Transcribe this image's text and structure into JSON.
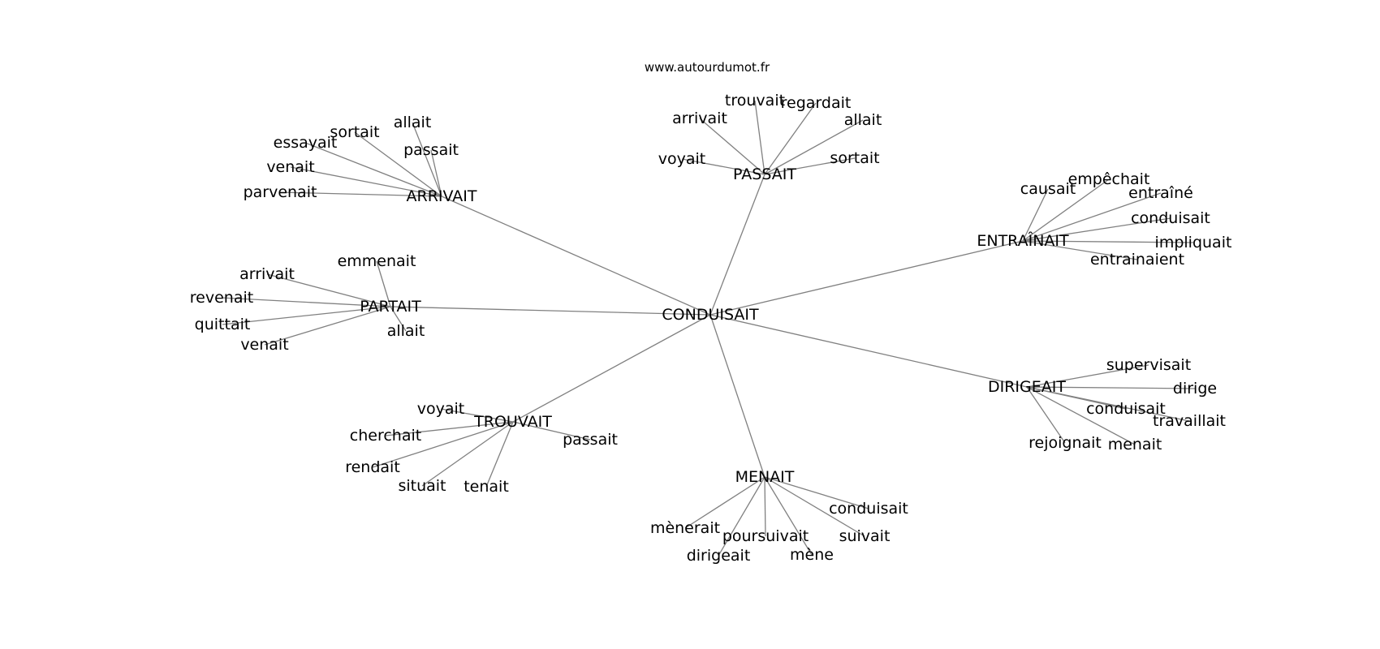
{
  "site": "www.autourdumot.fr",
  "graph": {
    "center": "CONDUISAIT",
    "groups": [
      {
        "hub": "PASSAIT",
        "leaves": [
          "trouvait",
          "regardait",
          "arrivait",
          "allait",
          "voyait",
          "sortait"
        ]
      },
      {
        "hub": "ARRIVAIT",
        "leaves": [
          "allait",
          "sortait",
          "essayait",
          "passait",
          "venait",
          "parvenait"
        ]
      },
      {
        "hub": "ENTRAÎNAIT",
        "leaves": [
          "causait",
          "empêchait",
          "entraîné",
          "conduisait",
          "impliquait",
          "entrainaient"
        ]
      },
      {
        "hub": "PARTAIT",
        "leaves": [
          "emmenait",
          "arrivait",
          "revenait",
          "quittait",
          "allait",
          "venait"
        ]
      },
      {
        "hub": "DIRIGEAIT",
        "leaves": [
          "supervisait",
          "dirige",
          "conduisait",
          "travaillait",
          "rejoignait",
          "menait"
        ]
      },
      {
        "hub": "TROUVAIT",
        "leaves": [
          "voyait",
          "cherchait",
          "passait",
          "rendait",
          "situait",
          "tenait"
        ]
      },
      {
        "hub": "MENAIT",
        "leaves": [
          "conduisait",
          "mènerait",
          "poursuivait",
          "suivait",
          "dirigeait",
          "mène"
        ]
      }
    ]
  }
}
